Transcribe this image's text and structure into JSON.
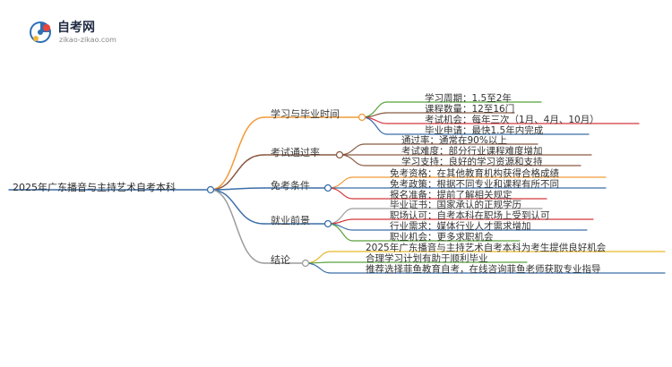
{
  "logo": {
    "title": "自考网",
    "subtitle": "zikao-zikao.com"
  },
  "root": "2025年广东播音与主持艺术自考本科",
  "colors": {
    "root_line": "#3b6ea8",
    "orange": "#f29b38",
    "green": "#58a23a",
    "brown": "#8a5a44",
    "red": "#d4373c",
    "blue": "#3b6ea8",
    "yellow": "#e7b62b",
    "gray": "#9c9c9c"
  },
  "branches": [
    {
      "label": "学习与毕业时间",
      "leaves": [
        {
          "text": "学习周期：1.5至2年"
        },
        {
          "text": "课程数量：12至16门"
        },
        {
          "text": "考试机会：每年三次（1月、4月、10月）"
        },
        {
          "text": "毕业申请：最快1.5年内完成"
        }
      ]
    },
    {
      "label": "考试通过率",
      "leaves": [
        {
          "text": "通过率：通常在90%以上"
        },
        {
          "text": "考试难度：部分行业课程难度增加"
        },
        {
          "text": "学习支持：良好的学习资源和支持"
        }
      ]
    },
    {
      "label": "免考条件",
      "leaves": [
        {
          "text": "免考资格：在其他教育机构获得合格成绩"
        },
        {
          "text": "免考政策：根据不同专业和课程有所不同"
        },
        {
          "text": "报名准备：提前了解相关规定"
        }
      ]
    },
    {
      "label": "就业前景",
      "leaves": [
        {
          "text": "毕业证书：国家承认的正规学历"
        },
        {
          "text": "职场认可：自考本科在职场上受到认可"
        },
        {
          "text": "行业需求：媒体行业人才需求增加"
        },
        {
          "text": "职业机会：更多求职机会"
        }
      ]
    },
    {
      "label": "结论",
      "leaves": [
        {
          "text": "2025年广东播音与主持艺术自考本科为考生提供良好机会"
        },
        {
          "text": "合理学习计划有助于顺利毕业"
        },
        {
          "text": "推荐选择菲鱼教育自考，在线咨询菲鱼老师获取专业指导"
        }
      ]
    }
  ]
}
